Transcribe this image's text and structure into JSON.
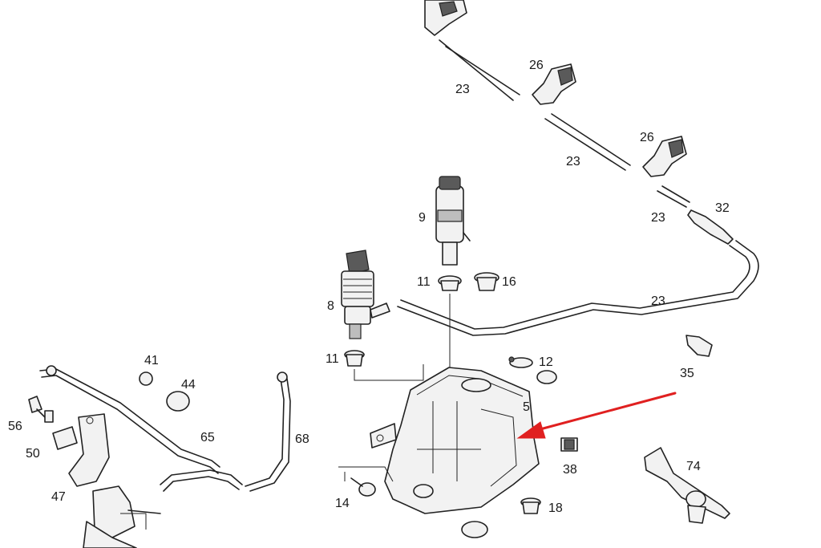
{
  "colors": {
    "arrow": "#e02020",
    "ink": "#222222"
  },
  "labels": {
    "l23a": "23",
    "l26a": "26",
    "l23b": "23",
    "l26b": "26",
    "l23c": "23",
    "l32": "32",
    "l9": "9",
    "l11a": "11",
    "l16": "16",
    "l8": "8",
    "l23d": "23",
    "l11b": "11",
    "l12": "12",
    "l35": "35",
    "l41": "41",
    "l44": "44",
    "l5": "5",
    "l56": "56",
    "l65": "65",
    "l68": "68",
    "l50": "50",
    "l38": "38",
    "l74": "74",
    "l47": "47",
    "l14": "14",
    "l18": "18"
  }
}
